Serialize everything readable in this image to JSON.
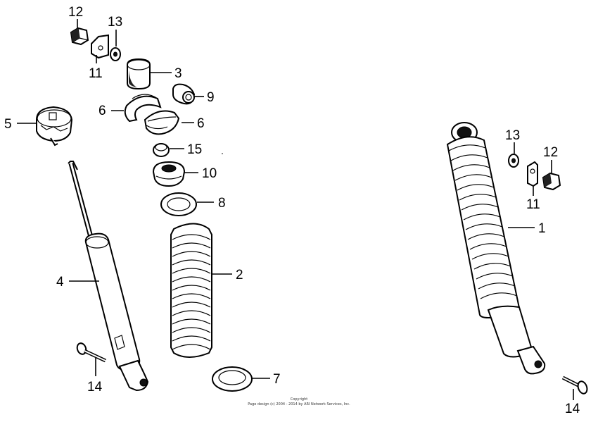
{
  "diagram": {
    "callouts": {
      "p12_left": "12",
      "p13_left": "13",
      "p11_left": "11",
      "p3": "3",
      "p9": "9",
      "p6_a": "6",
      "p6_b": "6",
      "p5": "5",
      "p15": "15",
      "p10": "10",
      "p8": "8",
      "p2": "2",
      "p4": "4",
      "p14_left": "14",
      "p7": "7",
      "p13_right": "13",
      "p12_right": "12",
      "p11_right": "11",
      "p1": "1",
      "p14_right": "14"
    },
    "copyright": {
      "line1": "Copyright",
      "line2": "Page design (c) 2004 - 2014 by ARI Network Services, Inc."
    }
  }
}
